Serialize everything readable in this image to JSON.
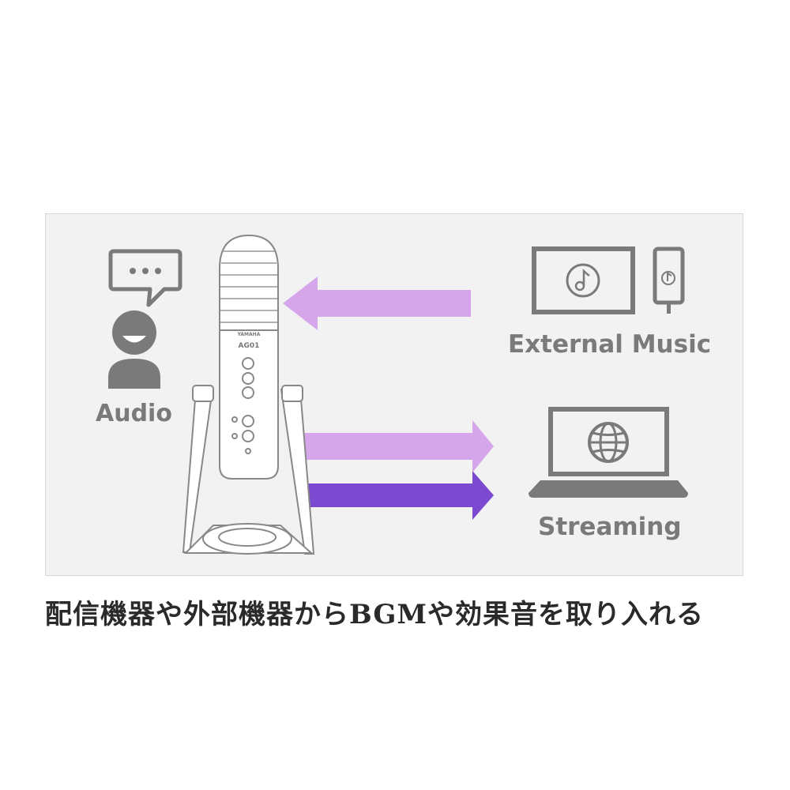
{
  "labels": {
    "audio": "Audio",
    "external_music": "External Music",
    "streaming": "Streaming"
  },
  "microphone": {
    "brand": "YAMAHA",
    "model": "AG01"
  },
  "caption": "配信機器や外部機器からBGMや効果音を取り入れる",
  "colors": {
    "icon_gray": "#7a7a7a",
    "arrow_light": "#d6a6ea",
    "arrow_dark": "#7b4ad0",
    "panel_bg": "#f2f2f2"
  },
  "icons": [
    "speech-bubble-icon",
    "person-icon",
    "tablet-icon",
    "phone-icon",
    "music-note-icon",
    "laptop-icon",
    "globe-icon",
    "microphone"
  ]
}
